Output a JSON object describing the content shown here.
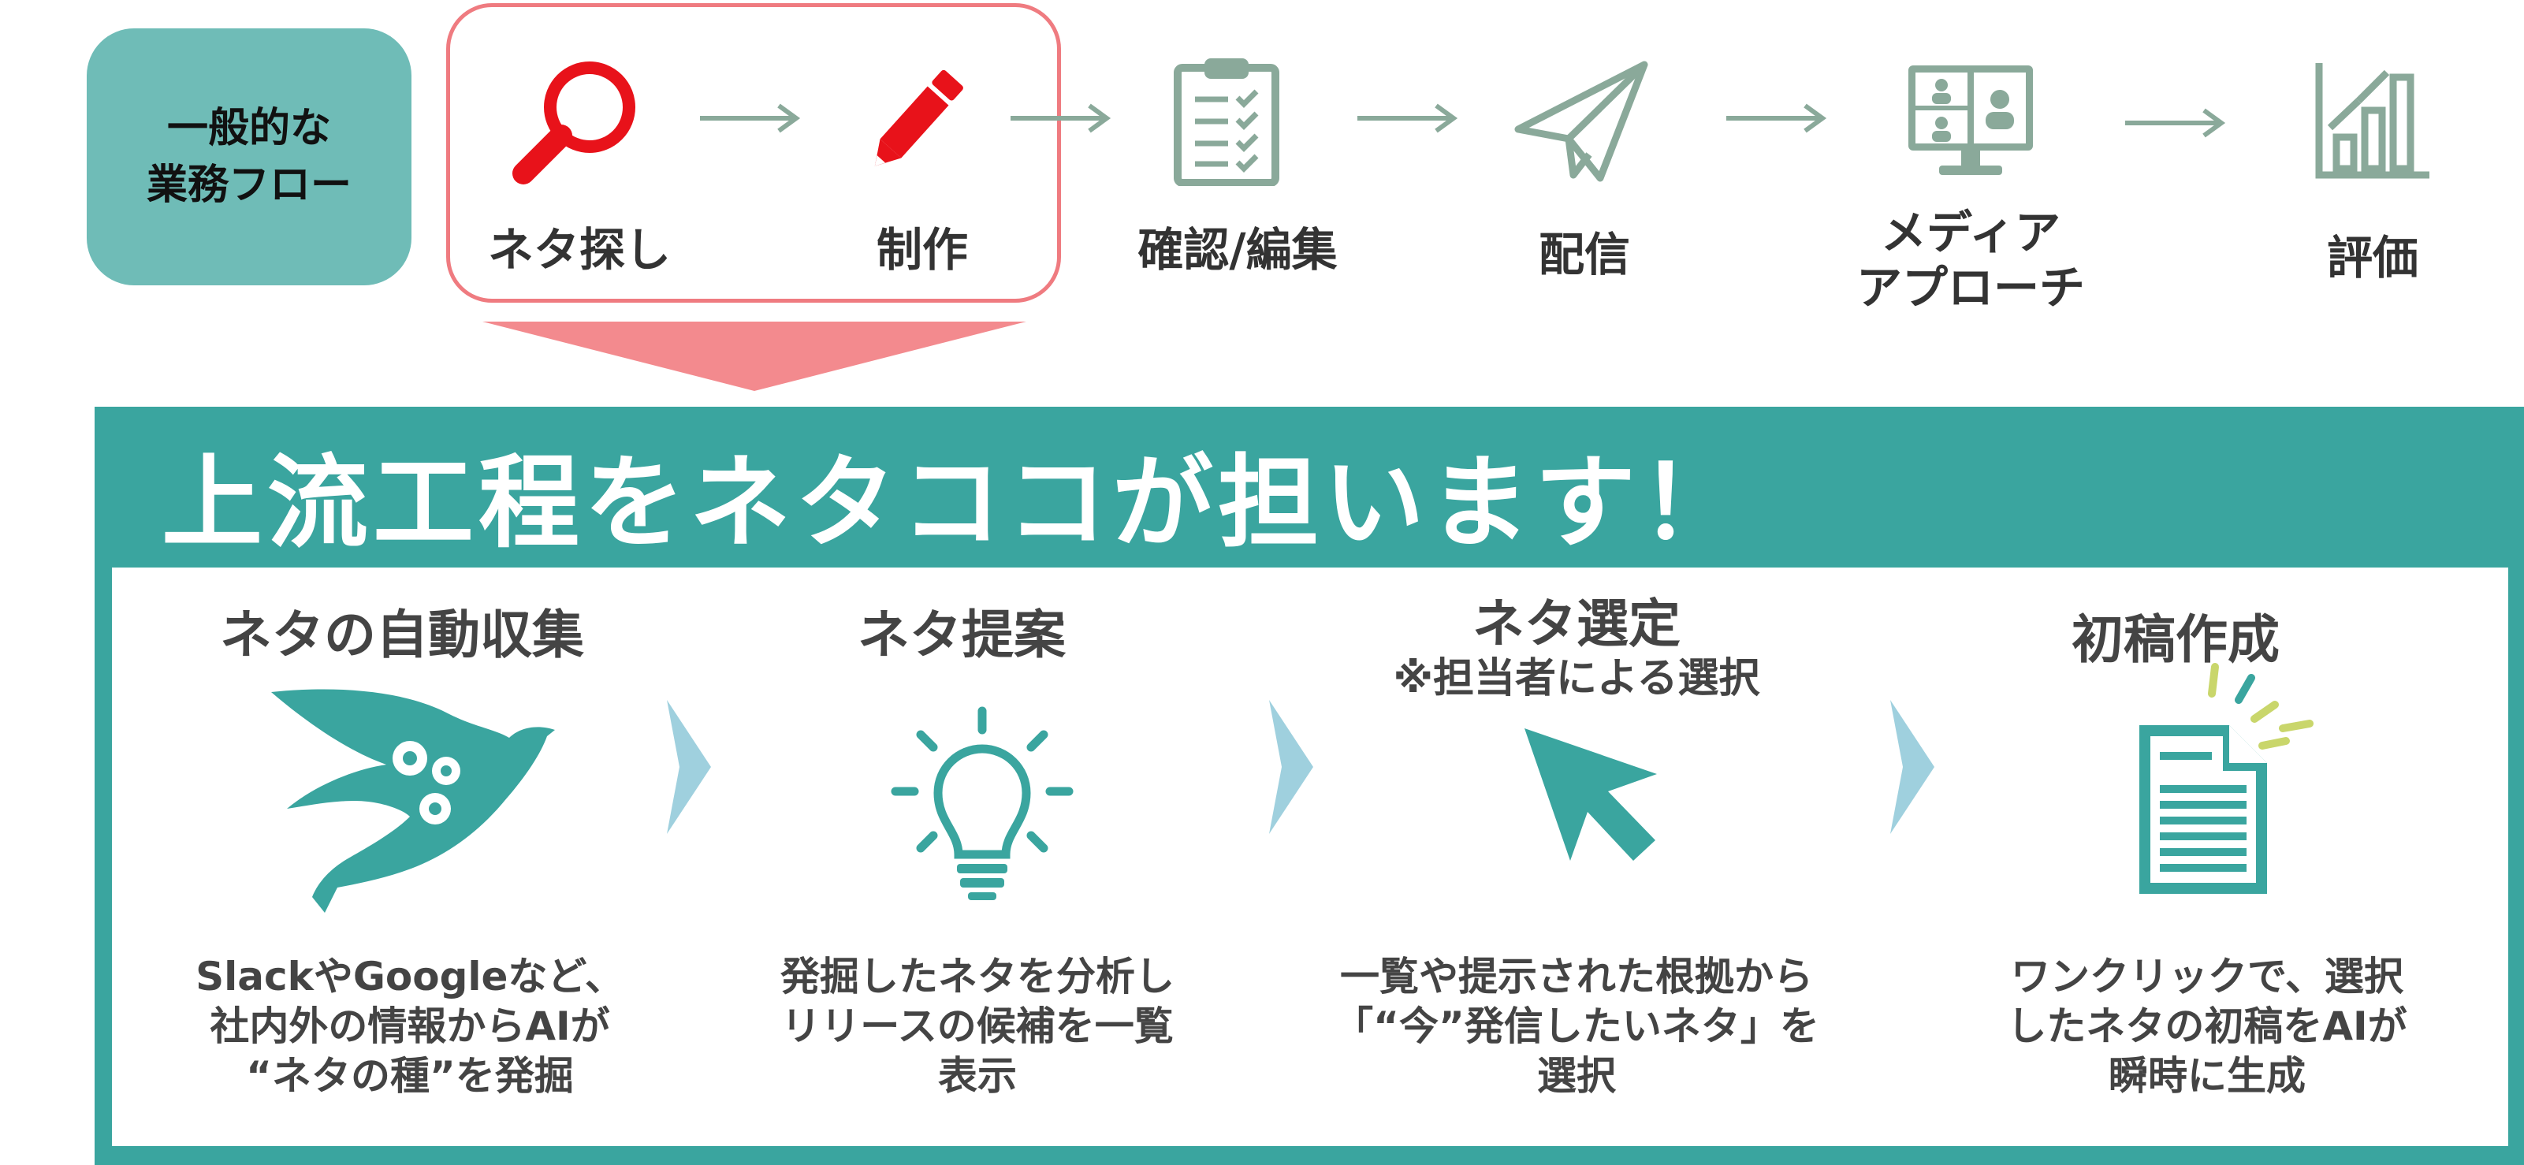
{
  "flow": {
    "badge_line1": "一般的な",
    "badge_line2": "業務フロー",
    "steps": [
      {
        "label": "ネタ探し",
        "icon": "magnifier-icon"
      },
      {
        "label": "制作",
        "icon": "pencil-icon"
      },
      {
        "label": "確認/編集",
        "icon": "clipboard-checklist-icon"
      },
      {
        "label": "配信",
        "icon": "paper-plane-icon"
      },
      {
        "label_line1": "メディア",
        "label_line2": "アプローチ",
        "icon": "video-conference-icon"
      },
      {
        "label": "評価",
        "icon": "bar-chart-icon"
      }
    ]
  },
  "panel": {
    "title": "上流工程をネタココが担います！",
    "features": [
      {
        "title": "ネタの自動収集",
        "icon": "bird-gears-icon",
        "desc": [
          "SlackやGoogleなど、",
          "社内外の情報からAIが",
          "“ネタの種”を発掘"
        ]
      },
      {
        "title": "ネタ提案",
        "icon": "lightbulb-icon",
        "desc": [
          "発掘したネタを分析し",
          "リリースの候補を一覧",
          "表示"
        ]
      },
      {
        "title": "ネタ選定",
        "subtitle": "※担当者による選択",
        "icon": "cursor-arrow-icon",
        "desc": [
          "一覧や提示された根拠から",
          "「“今”発信したいネタ」を",
          "選択"
        ]
      },
      {
        "title": "初稿作成",
        "icon": "document-sparkle-icon",
        "desc": [
          "ワンクリックで、選択",
          "したネタの初稿をAIが",
          "瞬時に生成"
        ]
      }
    ]
  },
  "colors": {
    "highlight_red": "#e8121a",
    "highlight_border": "#ef7b80",
    "muted_icon": "#8aa99a",
    "teal": "#3aa59f",
    "badge": "#6fbcb7",
    "chevron": "#9fd0de"
  }
}
